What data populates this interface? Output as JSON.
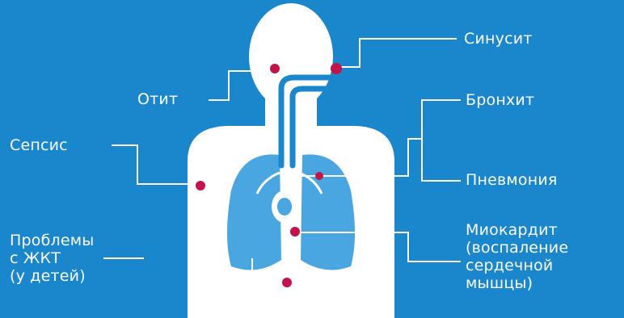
{
  "colors": {
    "background": "#1a86cc",
    "body": "#ffffff",
    "lungs": "#4aa6e0",
    "airway": "#1a86cc",
    "marker": "#c4134a",
    "connector": "#ffffff"
  },
  "labels": {
    "sinusitis": "Синусит",
    "otitis": "Отит",
    "bronchitis": "Бронхит",
    "sepsis": "Сепсис",
    "pneumonia": "Пневмония",
    "gi_problems": [
      "Проблемы",
      "с ЖКТ",
      "(у детей)"
    ],
    "myocarditis": [
      "Миокардит",
      "(воспаление",
      "сердечной",
      "мышцы)"
    ]
  }
}
